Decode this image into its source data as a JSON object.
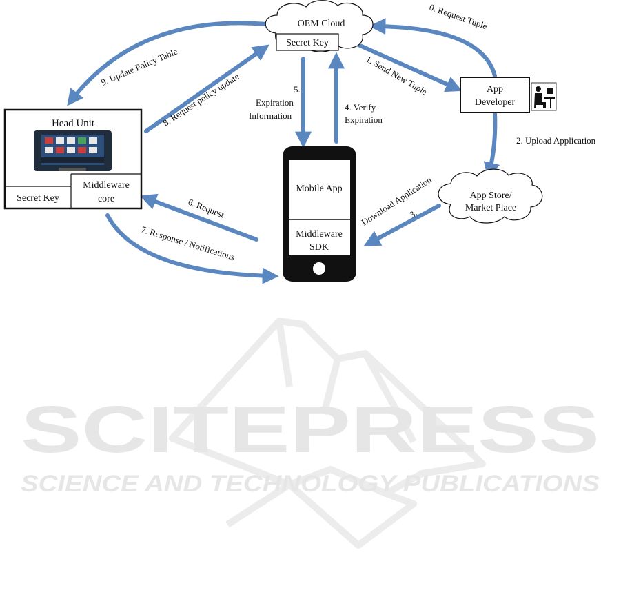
{
  "nodes": {
    "oem_cloud": {
      "title": "OEM Cloud",
      "secret_key": "Secret Key"
    },
    "app_developer": {
      "line1": "App",
      "line2": "Developer"
    },
    "app_store": {
      "line1": "App Store/",
      "line2": "Market Place"
    },
    "head_unit": {
      "title": "Head Unit",
      "secret_key": "Secret Key",
      "middleware_line1": "Middleware",
      "middleware_line2": "core"
    },
    "phone": {
      "mobile_app": "Mobile App",
      "sdk_line1": "Middleware",
      "sdk_line2": "SDK"
    }
  },
  "edges": {
    "e0": "0. Request Tuple",
    "e1": "1. Send New Tuple",
    "e2": "2. Upload Application",
    "e3a": "Download Application",
    "e3b": "3.",
    "e4a": "4. Verify",
    "e4b": "Expiration",
    "e5a": "5.",
    "e5b": "Expiration",
    "e5c": "Information",
    "e6": "6. Request",
    "e7": "7. Response / Notifications",
    "e8": "8. Request policy update",
    "e9": "9. Update Policy  Table"
  },
  "watermark": {
    "title": "SCITEPRESS",
    "subtitle": "SCIENCE AND TECHNOLOGY PUBLICATIONS"
  },
  "colors": {
    "arrow": "#5b87c0",
    "ink": "#111111",
    "watermark": "#e6e6e6"
  },
  "icons": {
    "developer": "person-at-computer-icon",
    "headunit": "infotainment-screen-icon"
  }
}
